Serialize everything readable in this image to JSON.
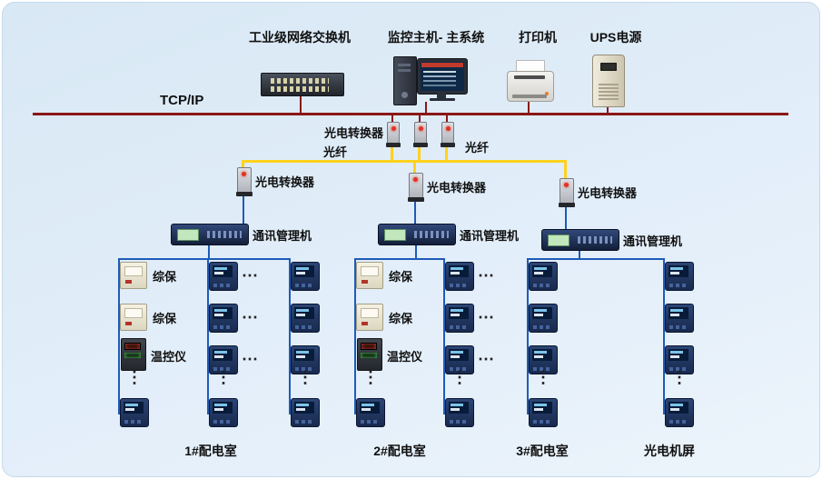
{
  "colors": {
    "bus": "#8a1717",
    "fiber": "#ffd21e",
    "link": "#1e5bb8",
    "panel": "#d8e8f4"
  },
  "top": {
    "switch": "工业级网络交换机",
    "host": "监控主机- 主系统",
    "printer": "打印机",
    "ups": "UPS电源"
  },
  "bus": {
    "label": "TCP/IP"
  },
  "optical": {
    "top_converter_label": "光电转换器",
    "fiber_label_left": "光纤",
    "fiber_label_right": "光纤",
    "branch_converter_labels": [
      "光电转换器",
      "光电转换器",
      "光电转换器"
    ]
  },
  "managers": [
    "通讯管理机",
    "通讯管理机",
    "通讯管理机"
  ],
  "dots": {
    "h": "⋯",
    "v": "⋮"
  },
  "groups": [
    {
      "room": "1#配电室",
      "device_labels": [
        "综保",
        "综保",
        "温控仪"
      ]
    },
    {
      "room": "2#配电室",
      "device_labels": [
        "综保",
        "综保",
        "温控仪"
      ]
    },
    {
      "room": "3#配电室"
    },
    {
      "room": "光电机屏"
    }
  ]
}
